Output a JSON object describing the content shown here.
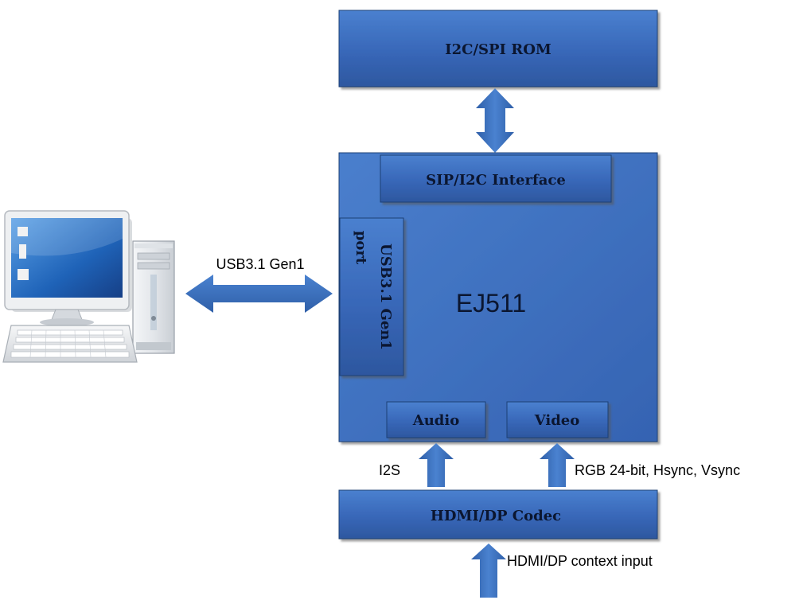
{
  "diagram": {
    "rom_block": {
      "label": "I2C/SPI ROM"
    },
    "chip": {
      "title": "EJ511",
      "interface_block": {
        "label": "SIP/I2C Interface"
      },
      "usb_port_block": {
        "line1": "USB3.1 Gen1",
        "line2": "port"
      },
      "audio_block": {
        "label": "Audio"
      },
      "video_block": {
        "label": "Video"
      }
    },
    "codec_block": {
      "label": "HDMI/DP Codec"
    },
    "links": {
      "usb_link": "USB3.1 Gen1",
      "audio_link": "I2S",
      "video_link": "RGB 24-bit, Hsync, Vsync",
      "input_link": "HDMI/DP context input"
    },
    "host": {
      "icon": "desktop-computer-icon"
    },
    "colors": {
      "block_fill": "#3b6fc0",
      "block_border": "#1f3f75",
      "arrow_fill": "#3d72c2",
      "text_dark": "#0b1630"
    }
  }
}
